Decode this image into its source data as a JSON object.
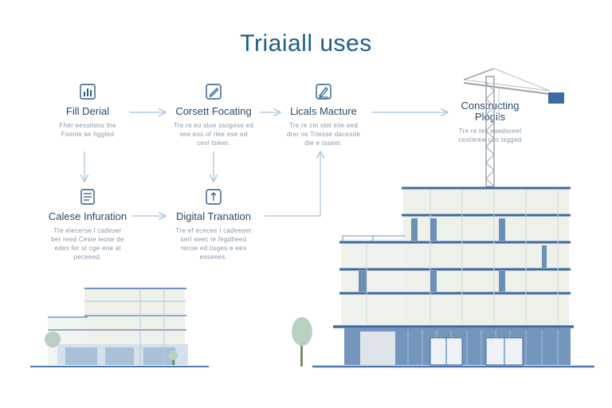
{
  "title": "Triaiall uses",
  "steps": [
    {
      "label": "Fill Derial",
      "desc": "Fher eesstions the\nFoenls ae hggled",
      "icon": "chart-icon"
    },
    {
      "label": "Corsett Focating",
      "desc": "Tre re eo stoe ssogese ed\nsee eos of rlee ese ed\ncesl tsieer.",
      "icon": "edit-icon"
    },
    {
      "label": "Licals Macture",
      "desc": "Tre re cm stet elie eed\ndrer os Trlesse dacesde\ndie e tsseet.",
      "icon": "pen-icon"
    },
    {
      "label": "Constructing\nPlogils",
      "desc": "Tre re tes eaedsceel\ncestleme coo tsgged",
      "icon": "crane-icon"
    },
    {
      "label": "Calese Infuration",
      "desc": "Tre eiecerse l cadeser\nber reed Cesle leose de\nedes fer st cge eoe al\npeceeed.",
      "icon": "document-icon"
    },
    {
      "label": "Digital Tranation",
      "desc": "Tre ef ececee l cadeeser\nserl eeec le fegdheed\nrecoe ed tisges e ees\nesseees.",
      "icon": "digital-icon"
    }
  ],
  "colors": {
    "accent": "#1f5d8a",
    "arrow": "#a8c3dc",
    "building_frame": "#3e6aa3",
    "facade": "#eef0ea",
    "glass": "#6c8fb6"
  }
}
